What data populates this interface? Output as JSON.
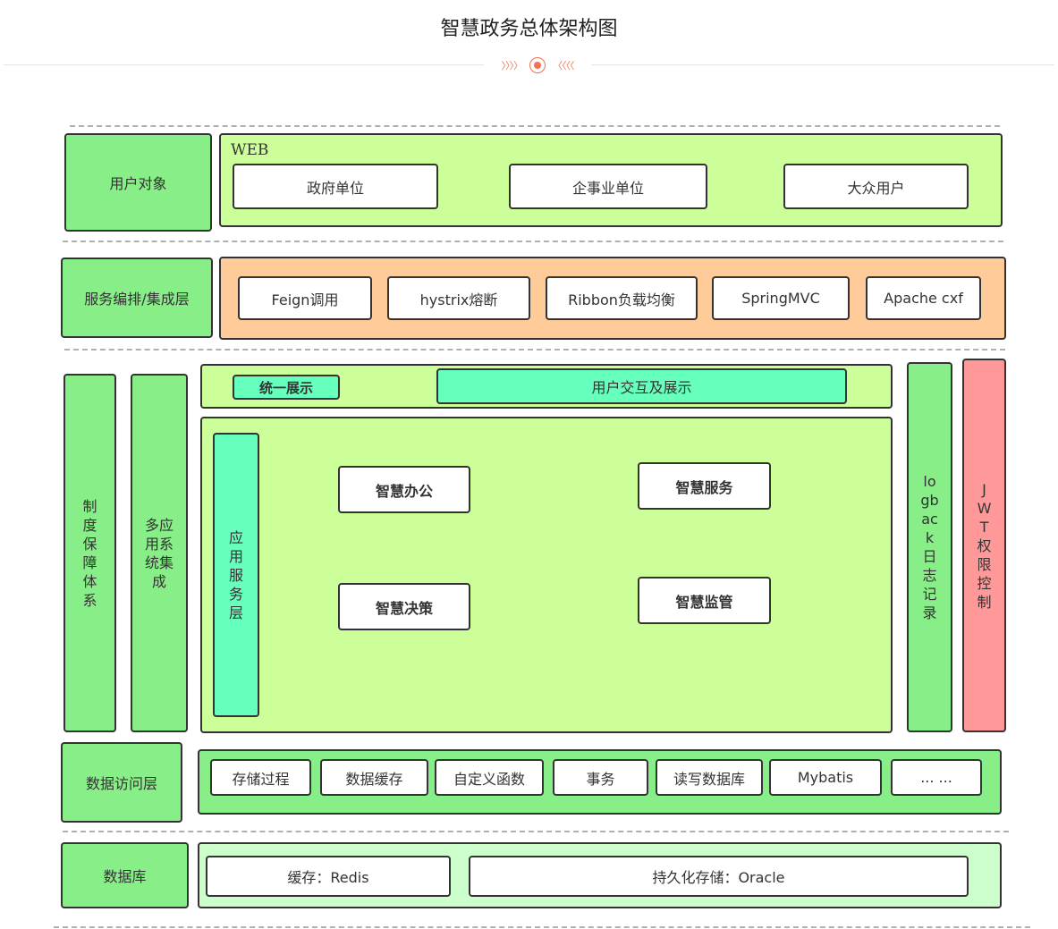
{
  "title": "智慧政务总体架构图",
  "colors": {
    "accent": "#f0734f",
    "green_dark": "#88ee88",
    "green_light": "#ccff99",
    "peach": "#ffcc99",
    "mint": "#66ffbb",
    "pink": "#ff9999",
    "pale_green": "#ccffcc"
  },
  "layers": {
    "user": {
      "label": "用户对象",
      "group_label": "WEB",
      "items": [
        "政府单位",
        "企事业单位",
        "大众用户"
      ]
    },
    "service_orchestration": {
      "label": "服务编排/集成层",
      "items": [
        "Feign调用",
        "hystrix熔断",
        "Ribbon负载均衡",
        "SpringMVC",
        "Apache cxf"
      ]
    },
    "left_pillars": {
      "institution": "制度保障体系",
      "integration": "多应用系统集成"
    },
    "presentation": {
      "label": "统一展示",
      "content": "用户交互及展示"
    },
    "application": {
      "label": "应用服务层",
      "items": [
        "智慧办公",
        "智慧服务",
        "智慧决策",
        "智慧监管"
      ]
    },
    "right_pillars": {
      "logging": "logback日志记录",
      "auth": "JWT权限控制"
    },
    "data_access": {
      "label": "数据访问层",
      "items": [
        "存储过程",
        "数据缓存",
        "自定义函数",
        "事务",
        "读写数据库",
        "Mybatis",
        "... ..."
      ]
    },
    "database": {
      "label": "数据库",
      "items": [
        "缓存：Redis",
        "持久化存储：Oracle"
      ]
    }
  }
}
